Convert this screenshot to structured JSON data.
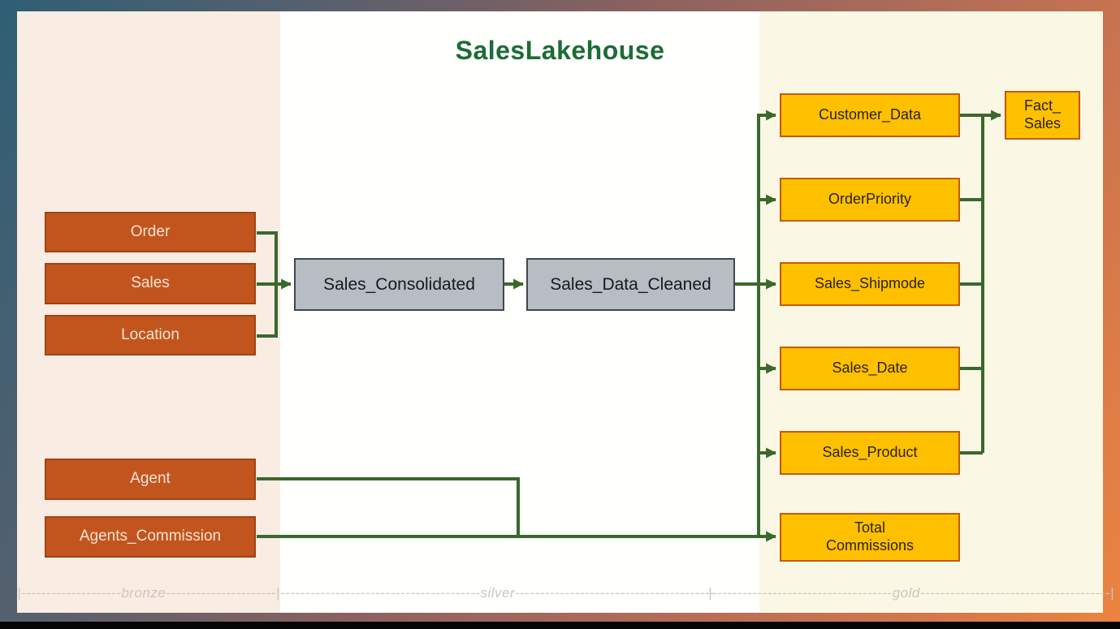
{
  "title": "SalesLakehouse",
  "colors": {
    "title_green": "#1D6B36",
    "connector_green": "#3A682D",
    "bronze_node_fill": "#C2551E",
    "silver_node_fill": "#B8BDC3",
    "gold_node_fill": "#FFC000",
    "bronze_zone_bg": "#F9ECE3",
    "silver_zone_bg": "#FFFFFE",
    "gold_zone_bg": "#FAF8E5"
  },
  "bronze": {
    "order": "Order",
    "sales": "Sales",
    "location": "Location",
    "agent": "Agent",
    "agents_commission": "Agents_Commission"
  },
  "silver": {
    "sales_consolidated": "Sales_Consolidated",
    "sales_data_cleaned": "Sales_Data_Cleaned"
  },
  "gold": {
    "customer_data": "Customer_Data",
    "order_priority": "OrderPriority",
    "sales_shipmode": "Sales_Shipmode",
    "sales_date": "Sales_Date",
    "sales_product": "Sales_Product",
    "total_commissions": {
      "lines": [
        "Total",
        "Commissions"
      ]
    },
    "fact_sales": {
      "lines": [
        "Fact_",
        "Sales"
      ]
    }
  },
  "zone_labels": {
    "bronze": "|--------------------bronze----------------------|",
    "silver": "----------------------------------------silver----------------------------------------",
    "gold": "|------------------------------------gold--------------------------------------|"
  }
}
